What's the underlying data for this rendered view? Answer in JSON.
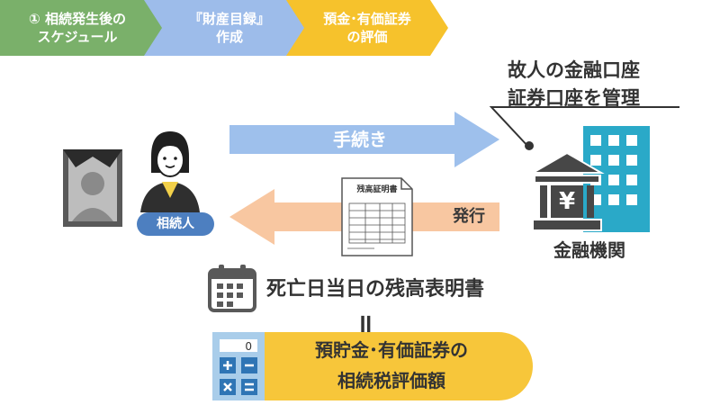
{
  "steps": [
    {
      "label": "① 相続発生後の\nスケジュール",
      "color": "#7ab06a"
    },
    {
      "label": "『財産目録』\n作成",
      "color": "#9dbcea"
    },
    {
      "label": "預金･有価証券\nの評価",
      "color": "#f6c22c"
    }
  ],
  "callout": {
    "line1": "故人の金融口座",
    "line2": "証券口座を管理"
  },
  "arrows": {
    "procedure": "手続き",
    "issue": "発行"
  },
  "heir_label": "相続人",
  "bank_label": "金融機関",
  "document_title": "残高証明書",
  "yen_symbol": "¥",
  "statement_label": "死亡日当日の残高表明書",
  "equals_sign": "॥",
  "calculator_display": "0",
  "result": "預貯金･有価証券の\n相続税評価額",
  "colors": {
    "green": "#7ab06a",
    "blue": "#9dbcea",
    "yellow": "#f6c22c",
    "arrow_blue": "#9ec0ec",
    "arrow_orange": "#f8c7a1",
    "navy": "#4d7fc0",
    "bank_gray": "#474747",
    "building_teal": "#2aa9c8"
  },
  "icons": [
    "portrait-frame-icon",
    "person-icon",
    "document-icon",
    "bank-icon",
    "building-icon",
    "calendar-icon",
    "calculator-icon"
  ]
}
